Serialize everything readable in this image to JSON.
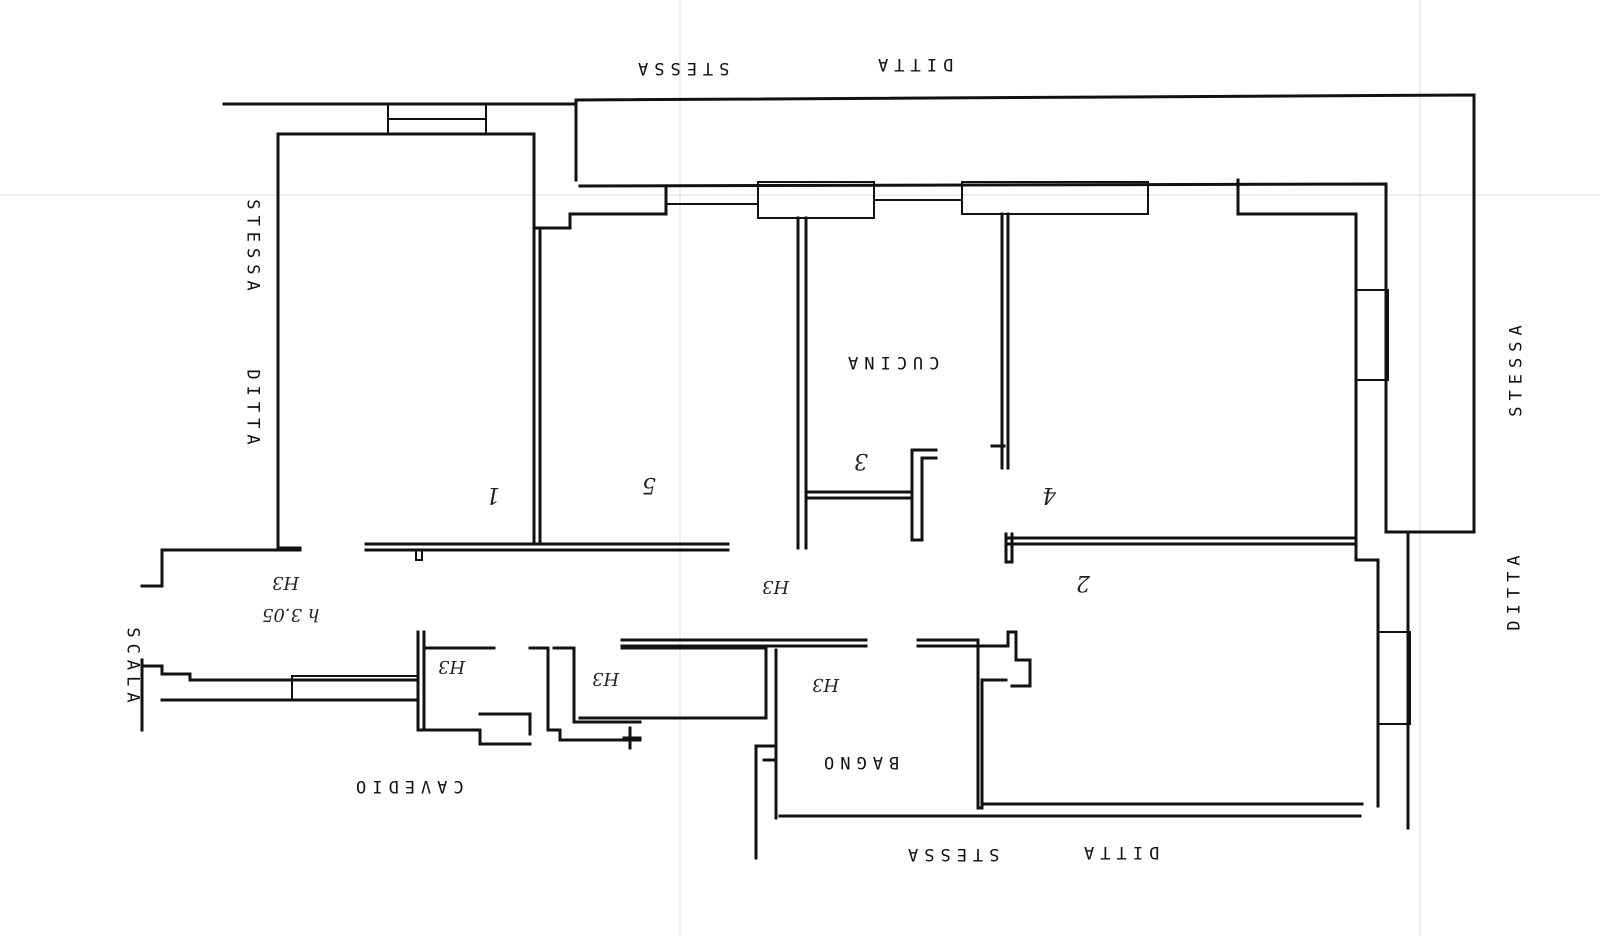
{
  "plan": {
    "labels": {
      "top_stessa": "STESSA",
      "top_ditta": "DITTA",
      "left_stessa": "STESSA",
      "left_ditta": "DITTA",
      "right_stessa": "STESSA",
      "right_ditta": "DITTA",
      "bottom_stessa": "STESSA",
      "bottom_ditta": "DITTA",
      "left_edge": "SCALA",
      "cucina": "CUCINA",
      "bagno": "BAGNO",
      "cavedio": "CAVEDIO"
    },
    "room_numbers": [
      "1",
      "2",
      "3",
      "4",
      "5"
    ],
    "height_notes": {
      "ingresso_h": "H3",
      "ingresso_dim": "h 3.05",
      "corridoio_h": "H3",
      "bagno_h": "H3",
      "wc_h": "H3",
      "dis_h": "H3"
    }
  }
}
